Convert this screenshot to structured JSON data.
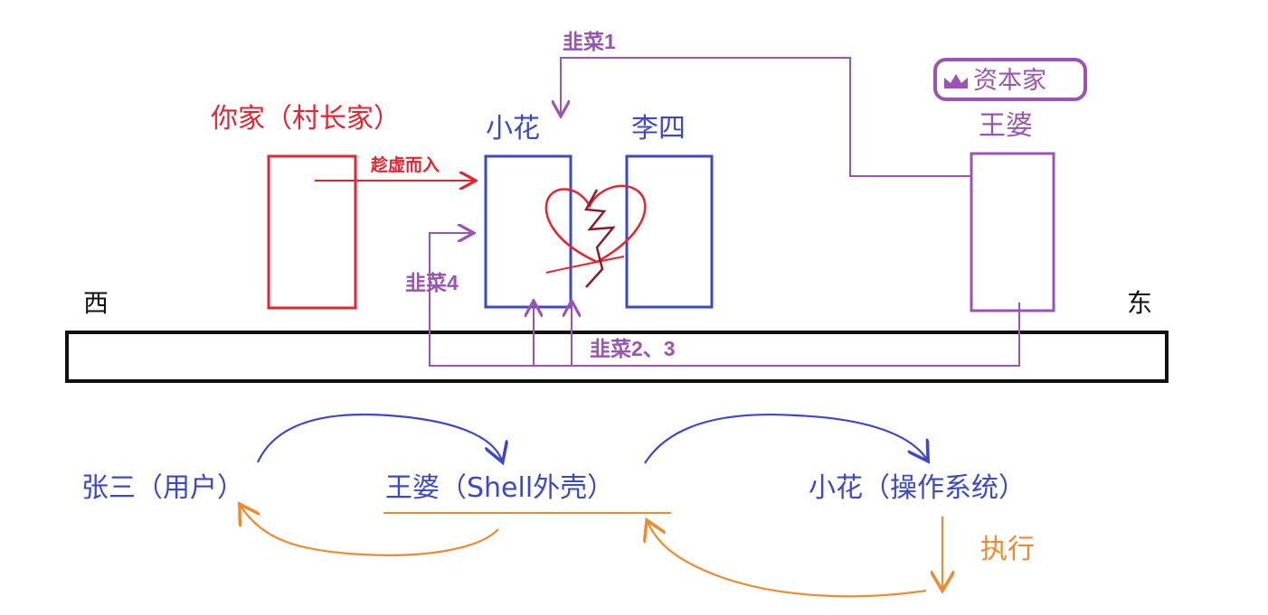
{
  "top": {
    "west": "西",
    "east": "东",
    "your_home": "你家（村长家）",
    "xiaohua": "小花",
    "lisi": "李四",
    "wangpo": "王婆",
    "capitalist_badge": "资本家",
    "sneak_in": "趁虚而入",
    "leek1": "韭菜1",
    "leek23": "韭菜2、3",
    "leek4": "韭菜4"
  },
  "bottom": {
    "user": "张三（用户）",
    "shell": "王婆（Shell外壳）",
    "os": "小花（操作系统）",
    "execute": "执行"
  },
  "colors": {
    "red": "#e8232f",
    "blue": "#3b48c8",
    "purple": "#9b53b4",
    "orange": "#f08a2c",
    "black": "#111111",
    "heart": "#e8232f",
    "crack": "#8a1b2a"
  },
  "icons": [
    "crown-icon",
    "broken-heart-icon"
  ]
}
